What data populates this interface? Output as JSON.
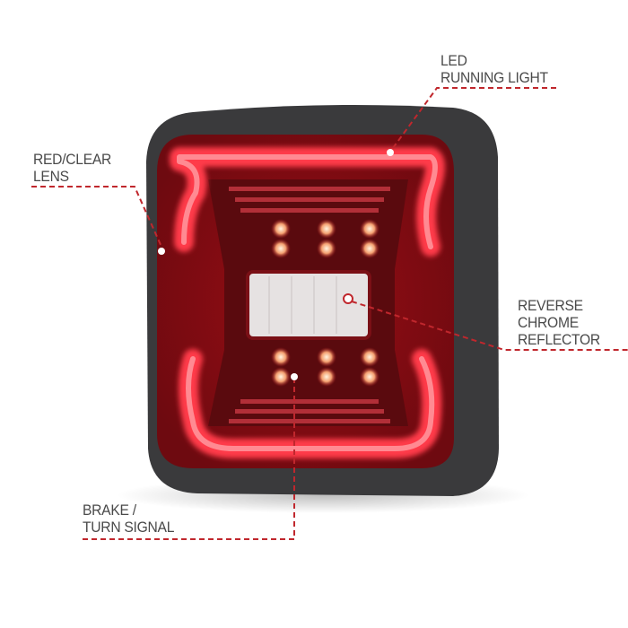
{
  "callouts": {
    "running_light": {
      "line1": "LED",
      "line2": "RUNNING LIGHT"
    },
    "lens": {
      "line1": "RED/CLEAR",
      "line2": "LENS"
    },
    "reverse": {
      "line1": "REVERSE",
      "line2": "CHROME",
      "line3": "REFLECTOR"
    },
    "brake": {
      "line1": "BRAKE /",
      "line2": "TURN SIGNAL"
    }
  },
  "colors": {
    "callout_line": "#c0272d",
    "label_text": "#4a4a4a",
    "lens_red": "#b3121b",
    "housing": "#3a3a3c"
  }
}
